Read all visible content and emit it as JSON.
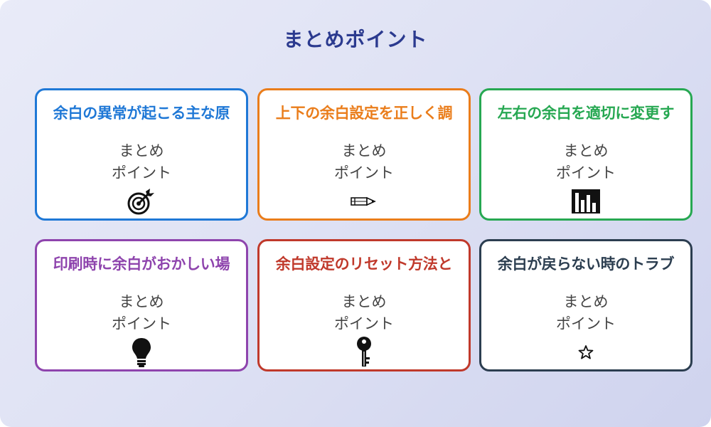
{
  "title": "まとめポイント",
  "cards": [
    {
      "title": "余白の異常が起こる主な原",
      "line1": "まとめ",
      "line2": "ポイント",
      "icon": "target-icon",
      "color": "#1f78d6"
    },
    {
      "title": "上下の余白設定を正しく調",
      "line1": "まとめ",
      "line2": "ポイント",
      "icon": "pencil-icon",
      "color": "#ea7d1b"
    },
    {
      "title": "左右の余白を適切に変更す",
      "line1": "まとめ",
      "line2": "ポイント",
      "icon": "bar-chart-icon",
      "color": "#27a852"
    },
    {
      "title": "印刷時に余白がおかしい場",
      "line1": "まとめ",
      "line2": "ポイント",
      "icon": "lightbulb-icon",
      "color": "#8e44ad"
    },
    {
      "title": "余白設定のリセット方法と",
      "line1": "まとめ",
      "line2": "ポイント",
      "icon": "key-icon",
      "color": "#c0392b"
    },
    {
      "title": "余白が戻らない時のトラブ",
      "line1": "まとめ",
      "line2": "ポイント",
      "icon": "star-icon",
      "color": "#2c3e50"
    }
  ]
}
